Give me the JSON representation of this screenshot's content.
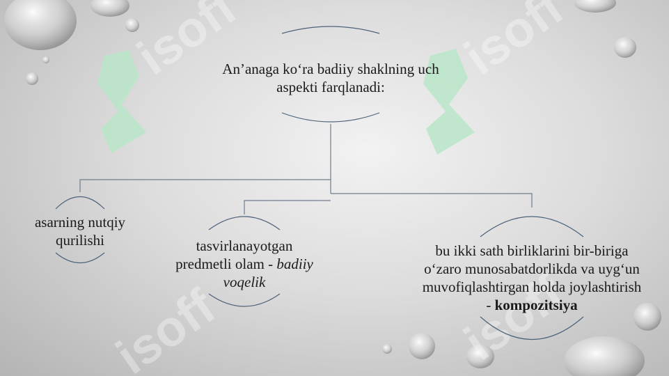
{
  "watermark": {
    "text": "isoff",
    "color": "#b9e6c8"
  },
  "diagram": {
    "root": {
      "line1": "An’anaga ko‘ra badiiy shaklning uch",
      "line2": "aspekti farqlanadi:"
    },
    "children": [
      {
        "line1": "asarning nutqiy",
        "line2": "qurilishi"
      },
      {
        "line1": "tasvirlanayotgan",
        "line2_plain": "predmetli olam - ",
        "line2_italic": "badiiy",
        "line3_italic": "voqelik"
      },
      {
        "line1": "bu ikki sath birliklarini bir-biriga",
        "line2": "o‘zaro munosabatdorlikda va uyg‘un",
        "line3": "muvofiqlashtirgan holda joylashtirish",
        "line4_plain": "- ",
        "line4_bold": "kompozitsiya"
      }
    ]
  },
  "colors": {
    "connector": "#6f7d8a",
    "arc": "#4d6278"
  }
}
